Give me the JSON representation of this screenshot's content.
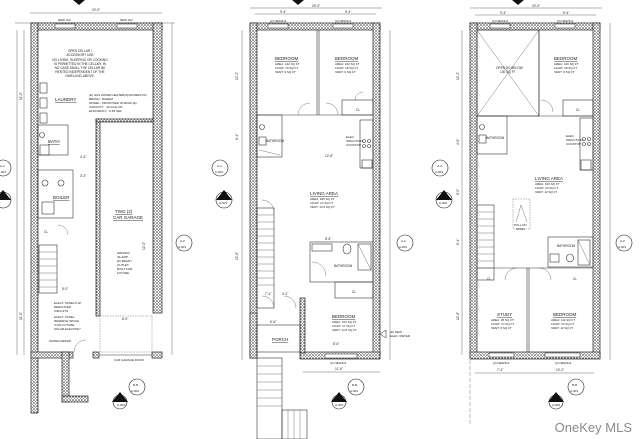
{
  "watermark": "OneKey MLS",
  "plans": {
    "cellar": {
      "overall_width": "20'-0\"",
      "windows": [
        "NEW 3x2",
        "NEW 3x2"
      ],
      "open_cellar_title_1": "OPEN CELLAR /",
      "open_cellar_title_2": "ACCESSORY USE",
      "cellar_note_lines": [
        "NO LIVING, SLEEPING OR COOKING",
        "IS PERMITTED IN THE CELLAR. IN",
        "NO CASE SHALL THE CELLAR BE",
        "RENTED INDEPENDENT OF THE",
        "DWELLING ABOVE."
      ],
      "water_heater_lines": [
        "(E) GAS WATER HEATER(S)/(DOMESTIC)",
        "BRAND   : RHEEM",
        "MODEL   : PROPOSED 40 RH40 (E)",
        "CAPACITY : 40 GALLON",
        "EFFICIENCY : 0.65 UEF"
      ],
      "laundry": "LAUNDRY",
      "bath": "BATH",
      "boiler": "BOILER",
      "cl": "CL",
      "garage_1": "TWO (2)",
      "garage_2": "CAR GARAGE",
      "garage_door": "CAR GARAGE DOOR",
      "elec_panel_lines": [
        "ELECT. PANELS W/",
        "DEDICATED",
        "CIRCUITS"
      ],
      "solar_lines": [
        "ELECT. PANEL",
        "RESERVE SPACE",
        "\"FOR FUTURE",
        "SOLAR ELECTRIC\""
      ],
      "ev_lines": [
        "208/240V",
        "40-AMP",
        "EV-READY",
        "OUTLET",
        "BUILT FOR",
        "FUTURE"
      ],
      "water_meter": "WATER METER",
      "dims": [
        "4'-4\"",
        "3'-4\"",
        "8'-0\"",
        "8'-0\"",
        "11'-0\"",
        "11'-0\"",
        "12'-0\"",
        "8'-0\""
      ]
    },
    "first_floor": {
      "overall_width": "20'-0\"",
      "top_dims": [
        "9'-4\"",
        "9'-4\""
      ],
      "windows": [
        "(2) NEW3x4",
        "(2) NEW3x4"
      ],
      "bedroom_left": {
        "name": "BEDROOM",
        "area": "AREA: 122 SQ FT",
        "light": "LIGHT: 19 SQ FT",
        "vent": "VENT: 9 SQ FT"
      },
      "bedroom_right": {
        "name": "BEDROOM",
        "area": "AREA: 102 SQ FT",
        "light": "LIGHT: 18 SQ FT",
        "vent": "VENT: 9 SQ FT"
      },
      "bathroom_top": "BATHROOM",
      "cl": "CL",
      "kitchen_label": [
        "ELEC.",
        "INDUCTION",
        "COOKTOP"
      ],
      "living": {
        "name": "LIVING AREA",
        "area": "AREA: 180 SQ FT",
        "light": "LIGHT: 27 SQ FT",
        "vent": "VENT: 13.5 SQ FT"
      },
      "bathroom_bottom": "BATHROOM",
      "bedroom_bottom": {
        "name": "BEDROOM",
        "area": "AREA: 104 SQ FT",
        "light": "LIGHT: 27 SQ FT",
        "vent": "VENT: 13.5 SQ FT"
      },
      "porch": "PORCH",
      "bottom_window": "(2) NEW3x4",
      "bottom_dim": "11'-6\"",
      "new_elec_meter": [
        "(E) NEW",
        "ELEC. METER"
      ],
      "dims": [
        "12'-2\"",
        "6'-4\"",
        "12'-6\"",
        "8'-6\"",
        "7'-4\"",
        "4'-2\"",
        "6'-6\"",
        "8'-6\"",
        "10'-0\""
      ]
    },
    "second_floor": {
      "overall_width": "20'-0\"",
      "top_dims": [
        "9'-4\"",
        "9'-4\""
      ],
      "windows": [
        "(2) NEW3x4",
        "(2) NEW3x4"
      ],
      "open_below_1": "OPEN DE BELOW",
      "open_below_2": "130 SQ FT",
      "bedroom_top": {
        "name": "BEDROOM",
        "area": "AREA: 100 SQ FT",
        "light": "LIGHT: 18 SQ FT",
        "vent": "VENT: 9 SQ FT"
      },
      "cl": "CL",
      "kitchen_label": [
        "ELEC.",
        "INDUCTION",
        "COOKTOP"
      ],
      "bathroom_top": "BATHROOM",
      "living": {
        "name": "LIVING AREA",
        "area": "AREA: 160 SQ FT",
        "light": "LIGHT: 24 SQ FT",
        "vent": "VENT: 12 SQ FT"
      },
      "pulldown_lines": [
        "PULL DN",
        "STAIR"
      ],
      "bathroom_mid": "BATHROOM",
      "study": {
        "name": "STUDY",
        "area": "AREA: 95 SQ FT",
        "light": "LIGHT: 14 SQ FT",
        "vent": "VENT: 8 SQ FT"
      },
      "bedroom_bottom": {
        "name": "BEDROOM",
        "area": "AREA: 111 SQ FT",
        "light": "LIGHT: 24 SQ FT",
        "vent": "VENT: 12 SQ FT"
      },
      "bottom_windows": [
        "(2) NEW3x4",
        "(2) NEW3x4"
      ],
      "bottom_dims": [
        "7'-4\"",
        "10'-2\""
      ],
      "dims": [
        "12'-2\"",
        "4'-6\"",
        "8'-0\"",
        "6'-4\"",
        "12'-6\""
      ]
    }
  },
  "section_tags": [
    {
      "top": "A-4",
      "bottom": "A-003"
    },
    {
      "top": "A-4",
      "bottom": "A-003"
    },
    {
      "top": "A-2",
      "bottom": "A-003"
    },
    {
      "top": "B-B",
      "bottom": "A-004"
    },
    {
      "top": "A-1",
      "bottom": "A-003"
    }
  ]
}
